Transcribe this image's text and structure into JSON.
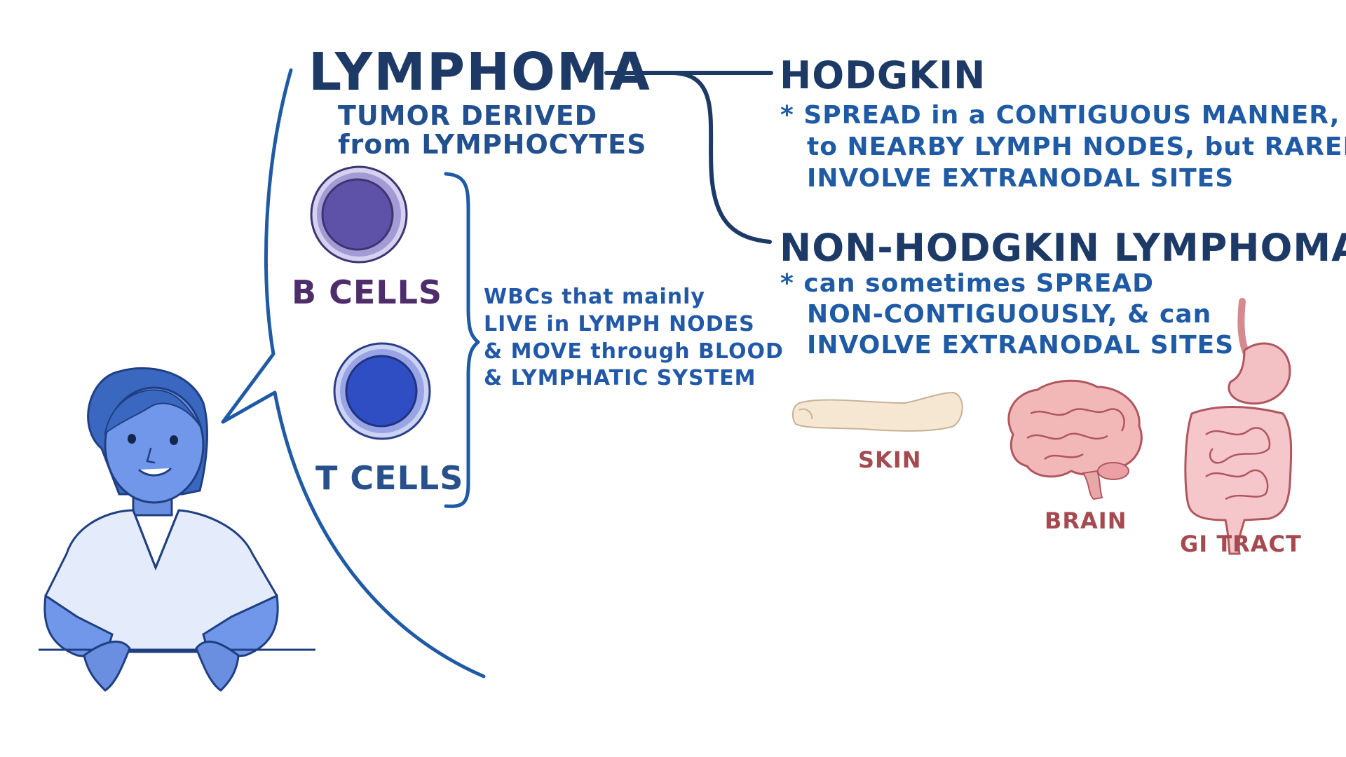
{
  "lymphoma": {
    "title": "LYMPHOMA",
    "definition_line1": "TUMOR DERIVED",
    "definition_line2": "from LYMPHOCYTES"
  },
  "cells": {
    "b_label": "B CELLS",
    "t_label": "T CELLS"
  },
  "wbc_note": {
    "line1": "WBCs that mainly",
    "line2": "LIVE in LYMPH NODES",
    "line3": "& MOVE through BLOOD",
    "line4": "& LYMPHATIC SYSTEM"
  },
  "hodgkin": {
    "title": "HODGKIN",
    "line1": "* SPREAD in a CONTIGUOUS MANNER,",
    "line2": "to NEARBY LYMPH NODES, but RARELY",
    "line3": "INVOLVE EXTRANODAL SITES"
  },
  "non_hodgkin": {
    "title": "NON-HODGKIN LYMPHOMA",
    "line1": "* can sometimes SPREAD",
    "line2": "NON-CONTIGUOUSLY, & can",
    "line3": "INVOLVE EXTRANODAL SITES"
  },
  "organs": {
    "skin": "SKIN",
    "brain": "BRAIN",
    "gi": "GI TRACT"
  },
  "colors": {
    "navy": "#1d3a66",
    "blue": "#2158a8",
    "b_cell": "#5d52a8",
    "t_cell": "#2f4ec4",
    "organ_label": "#a54a50"
  }
}
